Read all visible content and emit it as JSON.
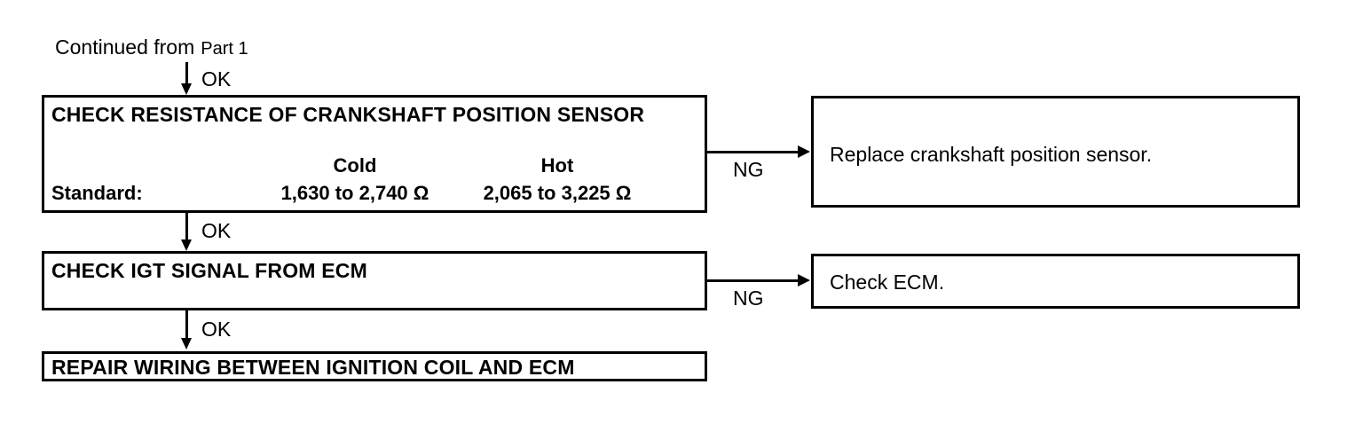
{
  "diagram": {
    "type": "troubleshooting-flowchart",
    "header": {
      "continued_text": "Continued from",
      "part_text": "Part 1"
    },
    "connector_labels": {
      "ok": "OK",
      "ng": "NG"
    },
    "steps": [
      {
        "id": "check-resistance",
        "title": "CHECK RESISTANCE OF CRANKSHAFT POSITION SENSOR",
        "standard_label": "Standard:",
        "columns": [
          "Cold",
          "Hot"
        ],
        "values": [
          "1,630 to 2,740 Ω",
          "2,065 to 3,225 Ω"
        ],
        "ng_result": "Replace crankshaft position sensor.",
        "ok_label": "OK",
        "ng_label": "NG"
      },
      {
        "id": "check-igt-signal",
        "title": "CHECK IGT SIGNAL FROM ECM",
        "ng_result": "Check ECM.",
        "ok_label": "OK",
        "ng_label": "NG"
      },
      {
        "id": "repair-wiring",
        "title": "REPAIR WIRING BETWEEN IGNITION COIL AND ECM"
      }
    ],
    "colors": {
      "line": "#000000",
      "background": "#ffffff",
      "text": "#000000"
    }
  }
}
